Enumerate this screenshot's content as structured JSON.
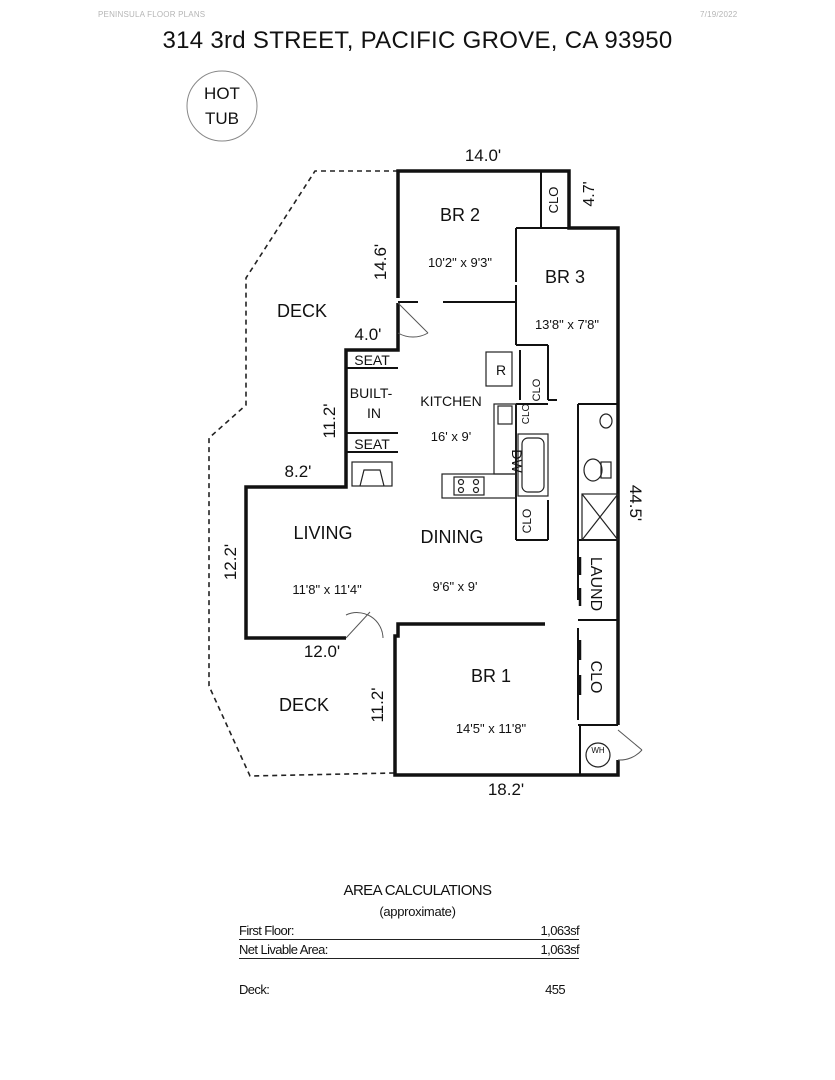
{
  "header": {
    "company": "PENINSULA FLOOR PLANS",
    "date": "7/19/2022",
    "address": "314 3rd STREET, PACIFIC GROVE, CA  93950"
  },
  "plan": {
    "hot_tub": [
      "HOT",
      "TUB"
    ],
    "rooms": {
      "br2": {
        "name": "BR 2",
        "size": "10'2\" x 9'3\""
      },
      "br3": {
        "name": "BR 3",
        "size": "13'8\" x 7'8\""
      },
      "kitchen": {
        "name": "KITCHEN",
        "size": "16' x 9'"
      },
      "living": {
        "name": "LIVING",
        "size": "11'8\" x 11'4\""
      },
      "dining": {
        "name": "DINING",
        "size": "9'6\" x 9'"
      },
      "br1": {
        "name": "BR 1",
        "size": "14'5\" x 11'8\""
      }
    },
    "labels": {
      "deck": "DECK",
      "seat": "SEAT",
      "built_in": [
        "BUILT-",
        "IN"
      ],
      "r": "R",
      "clo": "CLO",
      "dw": "DW",
      "laund": "LAUND",
      "wh": "WH"
    },
    "dimensions": {
      "top": "14.0'",
      "clo_step": "4.7'",
      "br2_side": "14.6'",
      "deck_step": "4.0'",
      "kitchen_side": "11.2'",
      "living_step": "8.2'",
      "living_side": "12.2'",
      "right_side": "44.5'",
      "lower_step": "12.0'",
      "br1_side": "11.2'",
      "bottom": "18.2'"
    }
  },
  "area": {
    "heading": "AREA CALCULATIONS",
    "subheading": "(approximate)",
    "rows": [
      {
        "label": "First Floor:",
        "value": "1,063sf"
      },
      {
        "label": "Net Livable Area:",
        "value": "1,063sf"
      },
      {
        "label": "Deck:",
        "value": "455"
      }
    ]
  }
}
